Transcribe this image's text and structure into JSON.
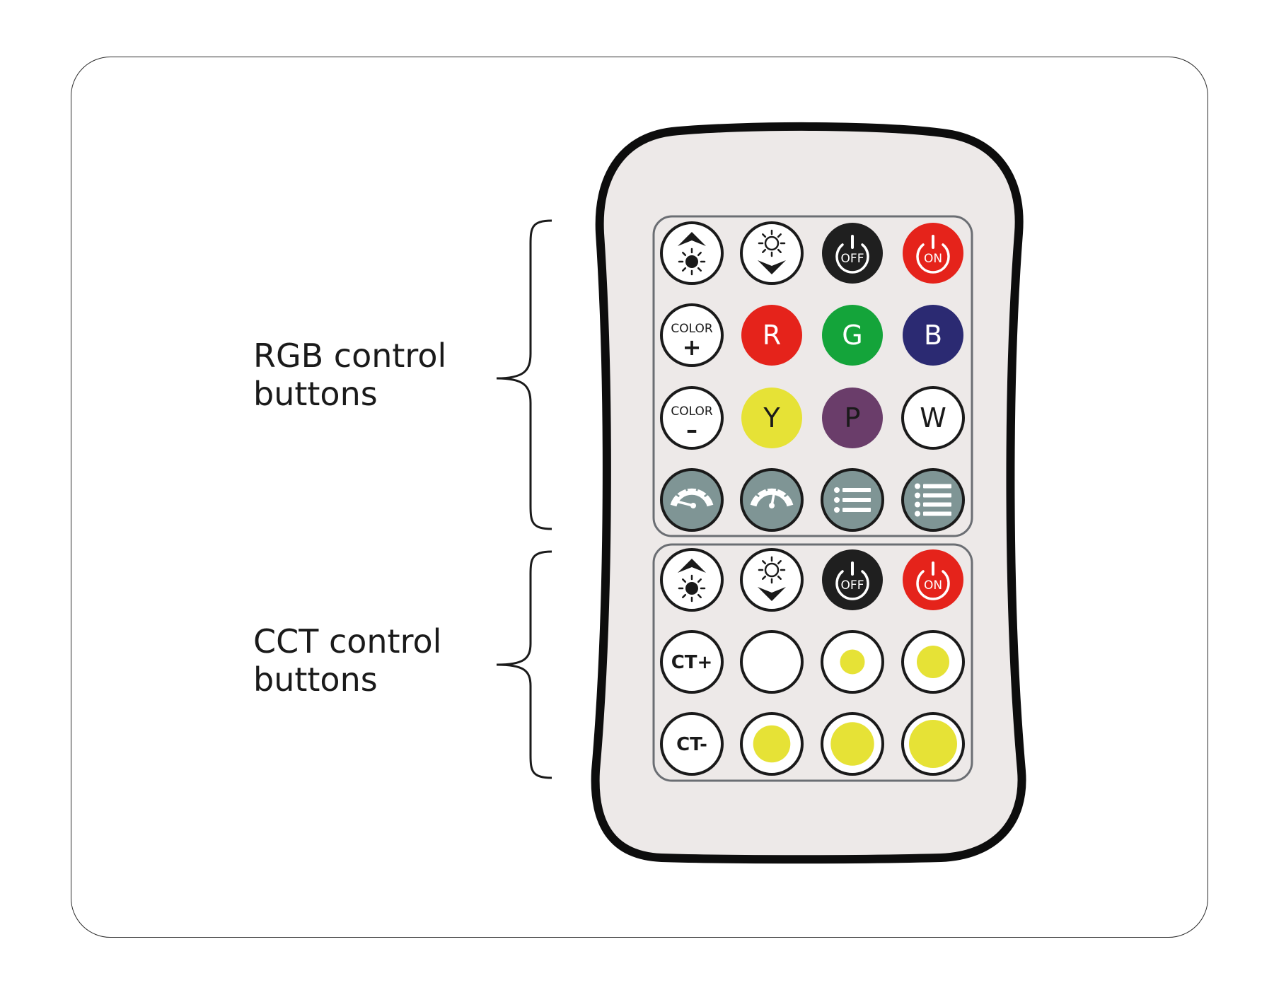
{
  "groups": {
    "rgb": {
      "label_line1": "RGB control",
      "label_line2": "buttons",
      "buttons": [
        {
          "name": "brightness-up-button",
          "icon": "brightness-up-icon",
          "style": "outline"
        },
        {
          "name": "brightness-down-button",
          "icon": "brightness-down-icon",
          "style": "outline"
        },
        {
          "name": "power-off-button",
          "icon": "power-icon",
          "style": "black",
          "text": "OFF"
        },
        {
          "name": "power-on-button",
          "icon": "power-icon",
          "style": "red",
          "text": "ON"
        },
        {
          "name": "color-plus-button",
          "style": "outline",
          "text": "COLOR",
          "symbol": "+"
        },
        {
          "name": "red-button",
          "style": "filled",
          "fill": "#e5231b",
          "text": "R",
          "textColor": "#ffffff"
        },
        {
          "name": "green-button",
          "style": "filled",
          "fill": "#14a43a",
          "text": "G",
          "textColor": "#ffffff"
        },
        {
          "name": "blue-button",
          "style": "filled",
          "fill": "#2b2a72",
          "text": "B",
          "textColor": "#ffffff"
        },
        {
          "name": "color-minus-button",
          "style": "outline",
          "text": "COLOR",
          "symbol": "–"
        },
        {
          "name": "yellow-button",
          "style": "filled",
          "fill": "#e6e236",
          "text": "Y",
          "textColor": "#1a1a1a"
        },
        {
          "name": "purple-button",
          "style": "filled",
          "fill": "#6a3d6a",
          "text": "P",
          "textColor": "#1a1a1a"
        },
        {
          "name": "white-button",
          "style": "outline",
          "text": "W"
        },
        {
          "name": "speed-down-button",
          "icon": "speedometer-slow-icon",
          "style": "grey"
        },
        {
          "name": "speed-up-button",
          "icon": "speedometer-fast-icon",
          "style": "grey"
        },
        {
          "name": "mode-list-button",
          "icon": "list-icon",
          "style": "grey",
          "lines": 3
        },
        {
          "name": "mode-list-extended-button",
          "icon": "list-extended-icon",
          "style": "grey",
          "lines": 4
        }
      ]
    },
    "cct": {
      "label_line1": "CCT control",
      "label_line2": "buttons",
      "buttons": [
        {
          "name": "cct-brightness-up-button",
          "icon": "brightness-up-icon",
          "style": "outline"
        },
        {
          "name": "cct-brightness-down-button",
          "icon": "brightness-down-icon",
          "style": "outline"
        },
        {
          "name": "cct-power-off-button",
          "icon": "power-icon",
          "style": "black",
          "text": "OFF"
        },
        {
          "name": "cct-power-on-button",
          "icon": "power-icon",
          "style": "red",
          "text": "ON"
        },
        {
          "name": "ct-plus-button",
          "style": "outline",
          "text": "CT+"
        },
        {
          "name": "cct-level-1-button",
          "style": "dot",
          "level": 0
        },
        {
          "name": "cct-level-2-button",
          "style": "dot",
          "level": 0.25
        },
        {
          "name": "cct-level-3-button",
          "style": "dot",
          "level": 0.5
        },
        {
          "name": "ct-minus-button",
          "style": "outline",
          "text": "CT-"
        },
        {
          "name": "cct-level-4-button",
          "style": "dot",
          "level": 0.65
        },
        {
          "name": "cct-level-5-button",
          "style": "dot",
          "level": 0.85
        },
        {
          "name": "cct-level-6-button",
          "style": "dot",
          "level": 1
        }
      ]
    }
  },
  "colors": {
    "remote_body": "#ede9e8",
    "remote_outline": "#0d0d0d",
    "panel_border": "#6b6e73",
    "button_outline": "#1a1a1a",
    "grey_button": "#7f9595",
    "black_button": "#1f1f1f",
    "red_button": "#e5231b",
    "warm_yellow": "#e6e236"
  }
}
